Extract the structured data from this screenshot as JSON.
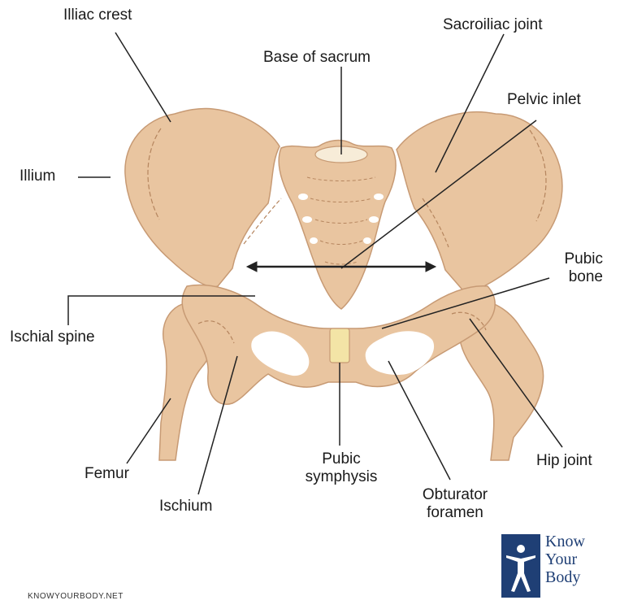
{
  "labels": {
    "iliac_crest": "Illiac crest",
    "sacroiliac_joint": "Sacroiliac joint",
    "base_of_sacrum": "Base of sacrum",
    "pelvic_inlet": "Pelvic inlet",
    "ilium": "Illium",
    "pubic_bone_line1": "Pubic",
    "pubic_bone_line2": "bone",
    "ischial_spine": "Ischial spine",
    "femur": "Femur",
    "ischium": "Ischium",
    "pubic_symphysis_line1": "Pubic",
    "pubic_symphysis_line2": "symphysis",
    "obturator_foramen_line1": "Obturator",
    "obturator_foramen_line2": "foramen",
    "hip_joint": "Hip joint"
  },
  "watermark": "KNOWYOURBODY.NET",
  "logo": {
    "line1": "Know",
    "line2": "Your",
    "line3": "Body",
    "icon": "person-figure-icon"
  },
  "colors": {
    "bone": "#e9c5a0",
    "bone_shadow": "#d6a57e",
    "outline": "#b5855e",
    "cartilage": "#f3e4a6",
    "logo": "#1f3f75"
  }
}
